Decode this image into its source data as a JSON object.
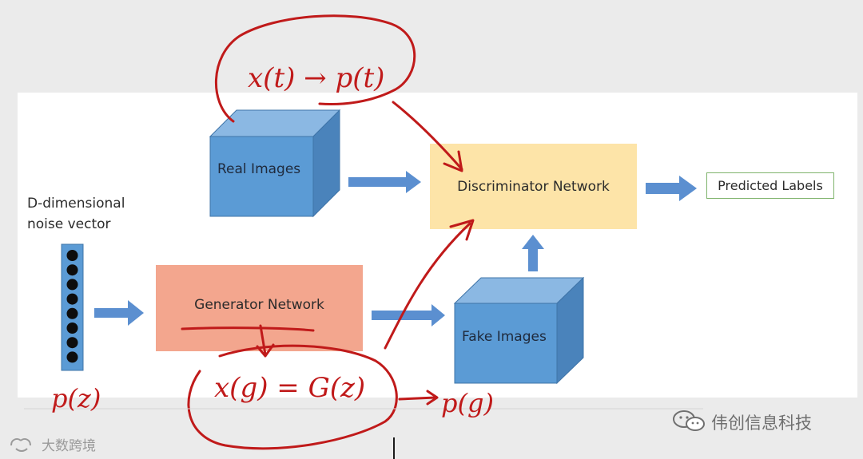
{
  "diagram": {
    "noise_label_line1": "D-dimensional",
    "noise_label_line2": "noise vector",
    "real_images": "Real Images",
    "fake_images": "Fake Images",
    "generator": "Generator Network",
    "discriminator": "Discriminator Network",
    "predicted_labels": "Predicted Labels",
    "noise_dots": 8
  },
  "annotations": {
    "real_mapping": "x(t) → p(t)",
    "fake_mapping": "x(g) = G(z)",
    "fake_dist": "p(g)",
    "noise_dist": "p(z)"
  },
  "watermarks": {
    "left": "大数跨境",
    "right": "伟创信息科技"
  },
  "colors": {
    "cube_front": "#5b9bd5",
    "cube_top": "#8bb8e3",
    "cube_side": "#4a83bb",
    "generator_fill": "#f3a68e",
    "discriminator_fill": "#fde4a8",
    "arrow": "#5b8fd0",
    "ink": "#c01a1a"
  }
}
